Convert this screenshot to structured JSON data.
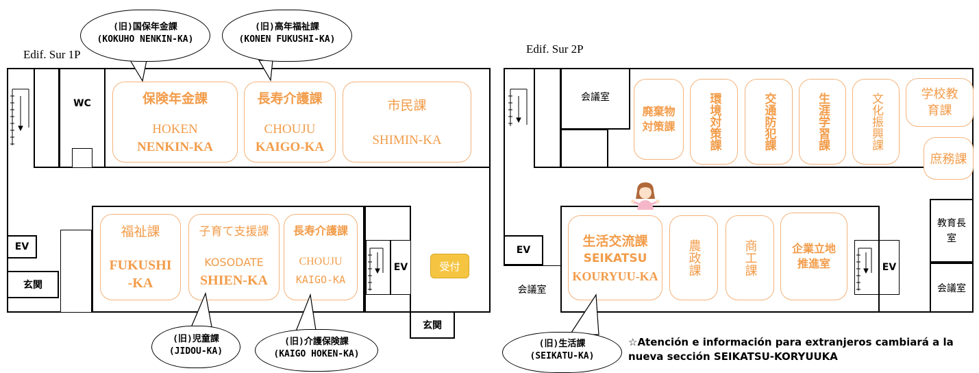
{
  "floor1": {
    "title": "Edif. Sur 1P",
    "wc": "WC",
    "ev": "EV",
    "ev2": "EV",
    "genkan_left": "玄関",
    "genkan_bottom": "玄関",
    "uketsuke": "受付",
    "offices": {
      "hoken": {
        "jp": "保険年金課",
        "ro1": "HOKEN",
        "ro2": "NENKIN-KA"
      },
      "chouju_top": {
        "jp": "長寿介護課",
        "ro1": "CHOUJU",
        "ro2": "KAIGO-KA"
      },
      "shimin": {
        "jp": "市民課",
        "ro1": "SHIMIN-KA"
      },
      "fukushi": {
        "jp": "福祉課",
        "ro1": "FUKUSHI",
        "ro2": "-KA"
      },
      "kosodate": {
        "jp": "子育て支援課",
        "ro1": "KOSODATE",
        "ro2": "SHIEN-KA"
      },
      "chouju_bottom": {
        "jp": "長寿介護課",
        "ro1": "CHOUJU",
        "ro2": "KAIGO-KA"
      }
    },
    "bubbles": {
      "kokuho": {
        "line1": "(旧)国保年金課",
        "line2": "(KOKUHO  NENKIN-KA)"
      },
      "konen": {
        "line1": "(旧)高年福祉課",
        "line2": "(KONEN FUKUSHI-KA)"
      },
      "jidou": {
        "line1": "(旧)児童課",
        "line2": "(JIDOU-KA)"
      },
      "kaigo": {
        "line1": "(旧)介護保険課",
        "line2": "(KAIGO  HOKEN-KA)"
      }
    }
  },
  "floor2": {
    "title": "Edif. Sur  2P",
    "kaigishitsu_top": "会議室",
    "kaigishitsu_left": "会議室",
    "kaigishitsu_right": "会議室",
    "kyouikuchou": "教育長室",
    "ev_left": "EV",
    "ev_right": "EV",
    "offices": {
      "haikibutsu": "廃棄物対策課",
      "kankyou": "環境対策課",
      "koutsuu": "交通防犯課",
      "shougai": "生涯学習課",
      "bunka": "文化振興課",
      "gakkou": "学校教育課",
      "shomu": "庶務課",
      "seikatsu": {
        "jp": "生活交流課",
        "ro1": "SEIKATSU",
        "ro2": "KOURYUU-KA"
      },
      "nousei": "農政課",
      "shoukou": "商工課",
      "kigyou": "企業立地推進室"
    },
    "bubble": {
      "line1": "(旧)生活課",
      "line2": "(SEIKATU-KA)"
    },
    "note": {
      "line1": "☆Atención e información para extranjeros cambiará a la",
      "line2": "nueva sección SEIKATSU-KORYUUKA"
    }
  },
  "colors": {
    "office_text": "#f29c4a",
    "office_border": "#f3b27a",
    "reception": "#f5c542"
  }
}
